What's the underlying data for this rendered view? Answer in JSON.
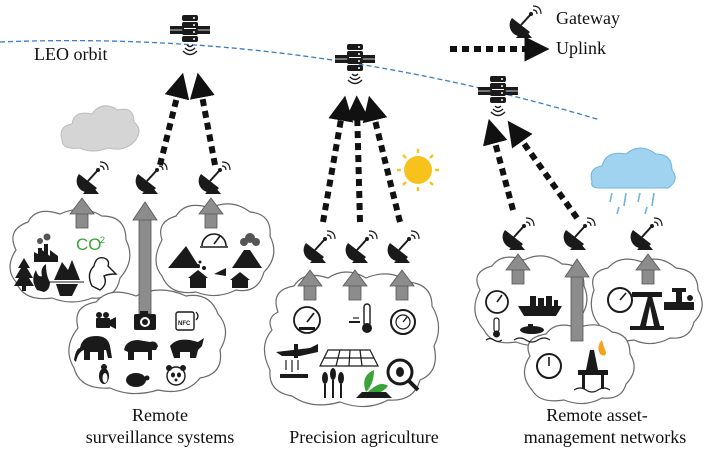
{
  "labels": {
    "orbit": "LEO orbit",
    "legend_gateway": "Gateway",
    "legend_uplink": "Uplink",
    "surveillance_line1": "Remote",
    "surveillance_line2": "surveillance systems",
    "agriculture": "Precision agriculture",
    "asset_line1": "Remote asset-",
    "asset_line2": "management networks"
  },
  "icon_texts": {
    "co2": "CO",
    "co2_sub": "2",
    "nfc": "NFC"
  },
  "colors": {
    "orbit_line": "#3a7ec4",
    "upward_arrow": "#8c8c8c",
    "uplink_arrow": "#111111",
    "cloud_outline": "#6a6a6a",
    "sun": "#f7c21b",
    "rain_cloud": "#9fd3f0",
    "co2_text": "#39a33a",
    "leaf": "#3aa33a"
  },
  "icons": [
    "satellite-icon",
    "gateway-dish-icon",
    "cloud-icon",
    "sun-icon",
    "rain-cloud-icon",
    "camera-icon",
    "elephant-icon",
    "gauge-icon",
    "oil-rig-icon",
    "ship-icon",
    "tractor-icon",
    "thermometer-icon"
  ]
}
